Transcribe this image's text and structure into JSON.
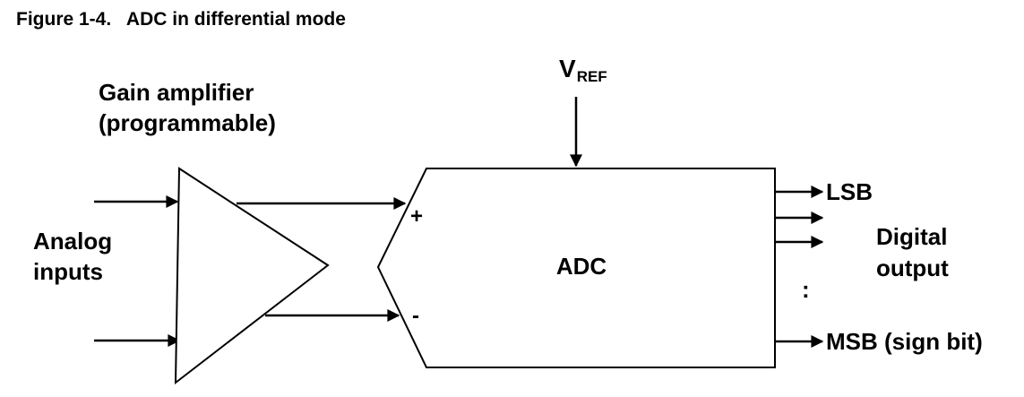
{
  "figure": {
    "caption": "Figure 1-4.   ADC in differential mode"
  },
  "amplifier": {
    "label_line1": "Gain amplifier",
    "label_line2": "(programmable)"
  },
  "inputs": {
    "label_line1": "Analog",
    "label_line2": "inputs"
  },
  "adc": {
    "label": "ADC",
    "plus": "+",
    "minus": "-"
  },
  "vref": {
    "main": "V",
    "sub": "REF"
  },
  "outputs": {
    "lsb": "LSB",
    "dots": ":",
    "msb": "MSB (sign bit)",
    "label_line1": "Digital",
    "label_line2": "output"
  },
  "colors": {
    "ink": "#000000",
    "background": "#ffffff"
  }
}
